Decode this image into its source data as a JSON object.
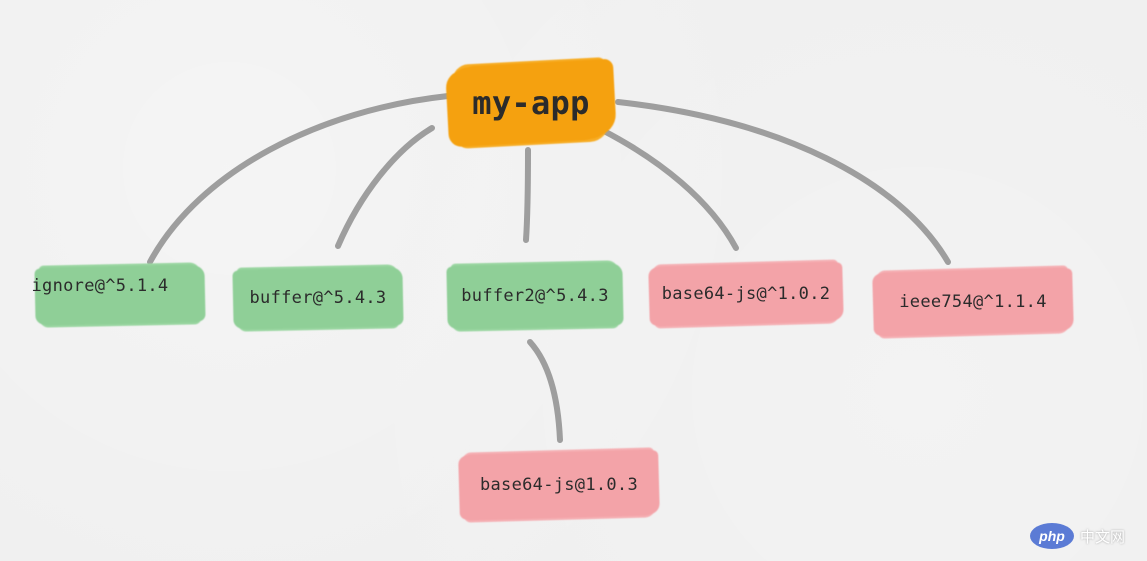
{
  "diagram": {
    "root": {
      "label": "my-app",
      "color": "#f5a10f"
    },
    "dependencies": [
      {
        "id": "ignore",
        "label": "ignore@^5.1.4",
        "status": "green",
        "color": "#8fcf97"
      },
      {
        "id": "buffer",
        "label": "buffer@^5.4.3",
        "status": "green",
        "color": "#8fcf97"
      },
      {
        "id": "buffer2",
        "label": "buffer2@^5.4.3",
        "status": "green",
        "color": "#8fcf97"
      },
      {
        "id": "base64-js",
        "label": "base64-js@^1.0.2",
        "status": "pink",
        "color": "#f3a3a8"
      },
      {
        "id": "ieee754",
        "label": "ieee754@^1.1.4",
        "status": "pink",
        "color": "#f3a3a8"
      }
    ],
    "nested": [
      {
        "parent": "buffer2",
        "label": "base64-js@1.0.3",
        "status": "pink",
        "color": "#f3a3a8"
      }
    ],
    "link_color": "#9e9e9e"
  },
  "watermark": {
    "badge": "php",
    "text": "中文网"
  }
}
